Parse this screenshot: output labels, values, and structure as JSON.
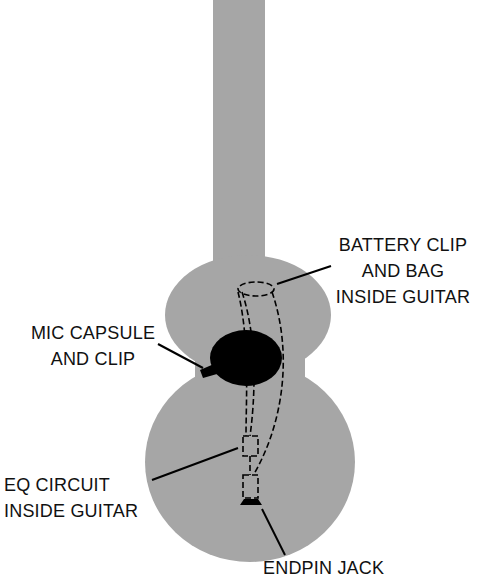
{
  "diagram": {
    "labels": [
      "BATTERY CLIP AND BAG INSIDE GUITAR",
      "MIC CAPSULE AND CLIP",
      "EQ CIRCUIT INSIDE GUITAR",
      "ENDPIN JACK"
    ]
  }
}
